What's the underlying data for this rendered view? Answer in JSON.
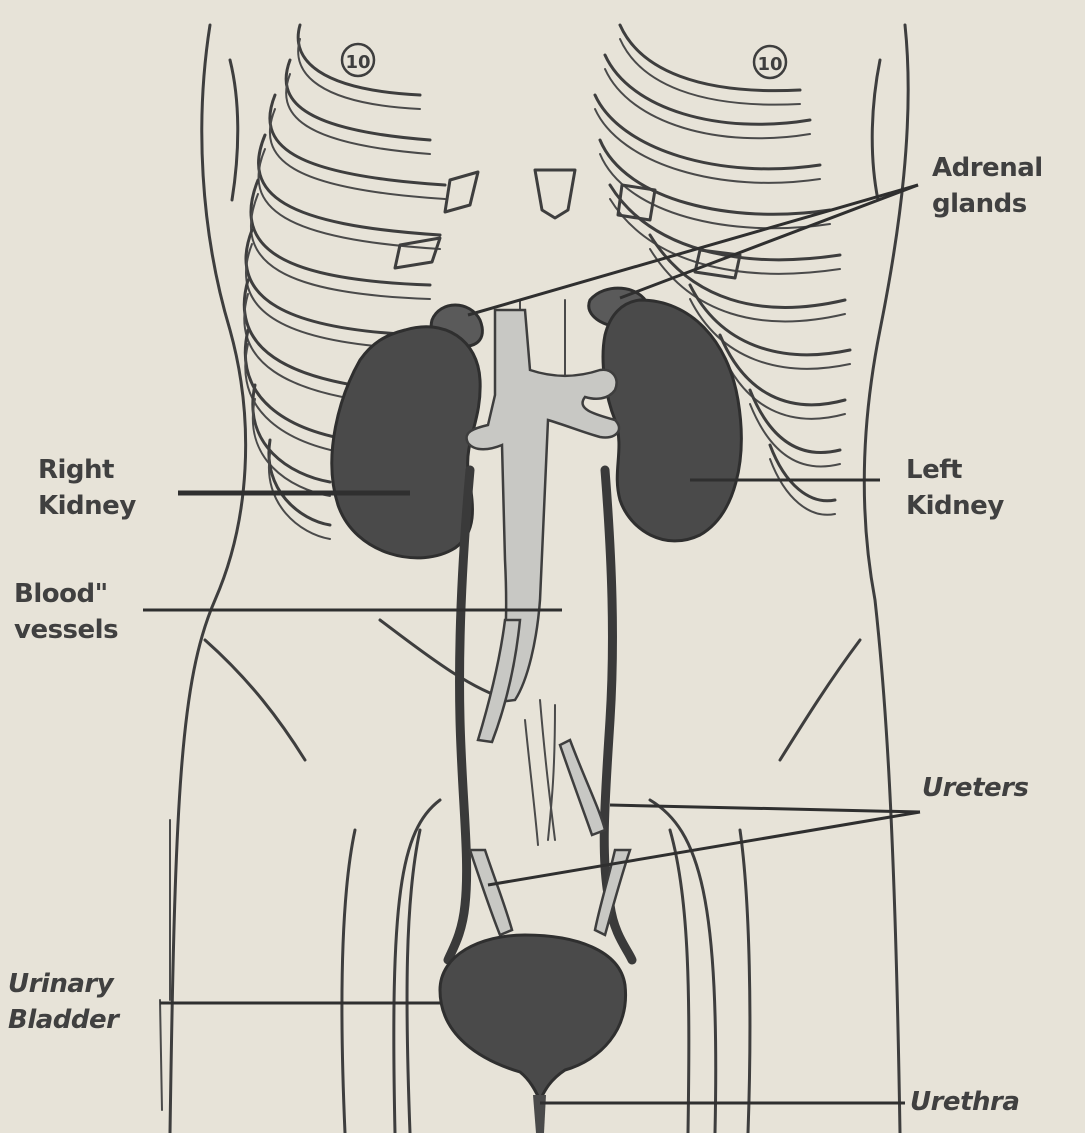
{
  "labels": {
    "adrenal_glands": [
      "Adrenal",
      "glands"
    ],
    "right_kidney": [
      "Right",
      "Kidney"
    ],
    "left_kidney": [
      "Left",
      "Kidney"
    ],
    "blood_vessels": [
      "Blood\"",
      "vessels"
    ],
    "ureters": "Ureters",
    "urinary_bladder": [
      "Urinary",
      "Bladder"
    ],
    "urethra": "Urethra"
  },
  "rib_numbers": {
    "right": "10",
    "left": "10"
  },
  "colors": {
    "background": "#e7e3d8",
    "ink": "#3e3e3e",
    "organ_fill": "#4a4a4a",
    "vessel_fill": "#c8c8c4"
  }
}
